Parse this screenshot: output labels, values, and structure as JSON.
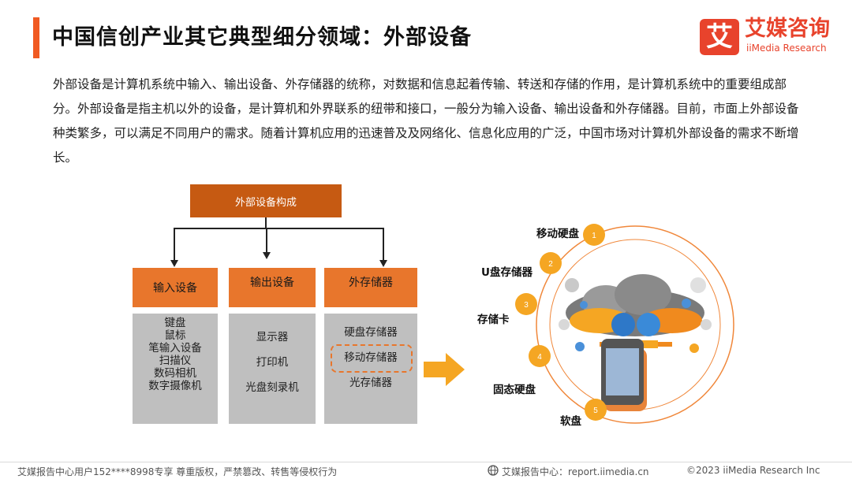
{
  "title": "中国信创产业其它典型细分领域：外部设备",
  "brand": {
    "cn": "艾媒咨询",
    "en": "iiMedia Research",
    "mark": "艾"
  },
  "paragraph": "外部设备是计算机系统中输入、输出设备、外存储器的统称，对数据和信息起着传输、转送和存储的作用，是计算机系统中的重要组成部分。外部设备是指主机以外的设备，是计算机和外界联系的纽带和接口，一般分为输入设备、输出设备和外存储器。目前，市面上外部设备种类繁多，可以满足不同用户的需求。随着计算机应用的迅速普及及网络化、信息化应用的广泛，中国市场对计算机外部设备的需求不断增长。",
  "diagram": {
    "root": "外部设备构成",
    "categories": [
      {
        "label": "输入设备",
        "items": [
          "键盘",
          "鼠标",
          "笔输入设备",
          "扫描仪",
          "数码相机",
          "数字摄像机"
        ]
      },
      {
        "label": "输出设备",
        "items": [
          "显示器",
          "打印机",
          "光盘刻录机"
        ]
      },
      {
        "label": "外存储器",
        "items": [
          "硬盘存储器",
          "移动存储器",
          "光存储器"
        ]
      }
    ]
  },
  "storage_types": [
    {
      "num": "1",
      "label": "移动硬盘"
    },
    {
      "num": "2",
      "label": "U盘存储器"
    },
    {
      "num": "3",
      "label": "存储卡"
    },
    {
      "num": "4",
      "label": "固态硬盘"
    },
    {
      "num": "5",
      "label": "软盘"
    }
  ],
  "colors": {
    "accent": "#F05A22",
    "brand": "#E8432C",
    "header": "#E8762C",
    "root": "#C65A12",
    "item_bg": "#BFBFBF",
    "ring": "#F5A623"
  },
  "footer": {
    "left": "艾媒报告中心用户152****8998专享 尊重版权，严禁篡改、转售等侵权行为",
    "center": "艾媒报告中心：report.iimedia.cn",
    "right": "©2023  iiMedia Research  Inc"
  }
}
